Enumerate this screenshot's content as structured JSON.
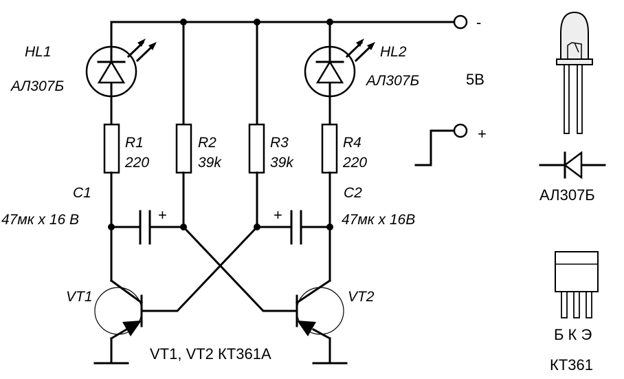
{
  "power": {
    "minus": "-",
    "plus": "+",
    "voltage": "5В"
  },
  "leds": [
    {
      "ref": "HL1",
      "type": "АЛ307Б"
    },
    {
      "ref": "HL2",
      "type": "АЛ307Б"
    }
  ],
  "resistors": [
    {
      "ref": "R1",
      "value": "220"
    },
    {
      "ref": "R2",
      "value": "39k"
    },
    {
      "ref": "R3",
      "value": "39k"
    },
    {
      "ref": "R4",
      "value": "220"
    }
  ],
  "capacitors": [
    {
      "ref": "C1",
      "value": "47мк х 16 В",
      "polarity": "+"
    },
    {
      "ref": "C2",
      "value": "47мк х 16В",
      "polarity": "+"
    }
  ],
  "transistors": [
    {
      "ref": "VT1"
    },
    {
      "ref": "VT2"
    }
  ],
  "transistor_note": "VT1, VT2 КТ361А",
  "led_pinout": {
    "label": "АЛ307Б"
  },
  "transistor_pinout": {
    "pins": "Б К Э",
    "label": "КТ361"
  }
}
